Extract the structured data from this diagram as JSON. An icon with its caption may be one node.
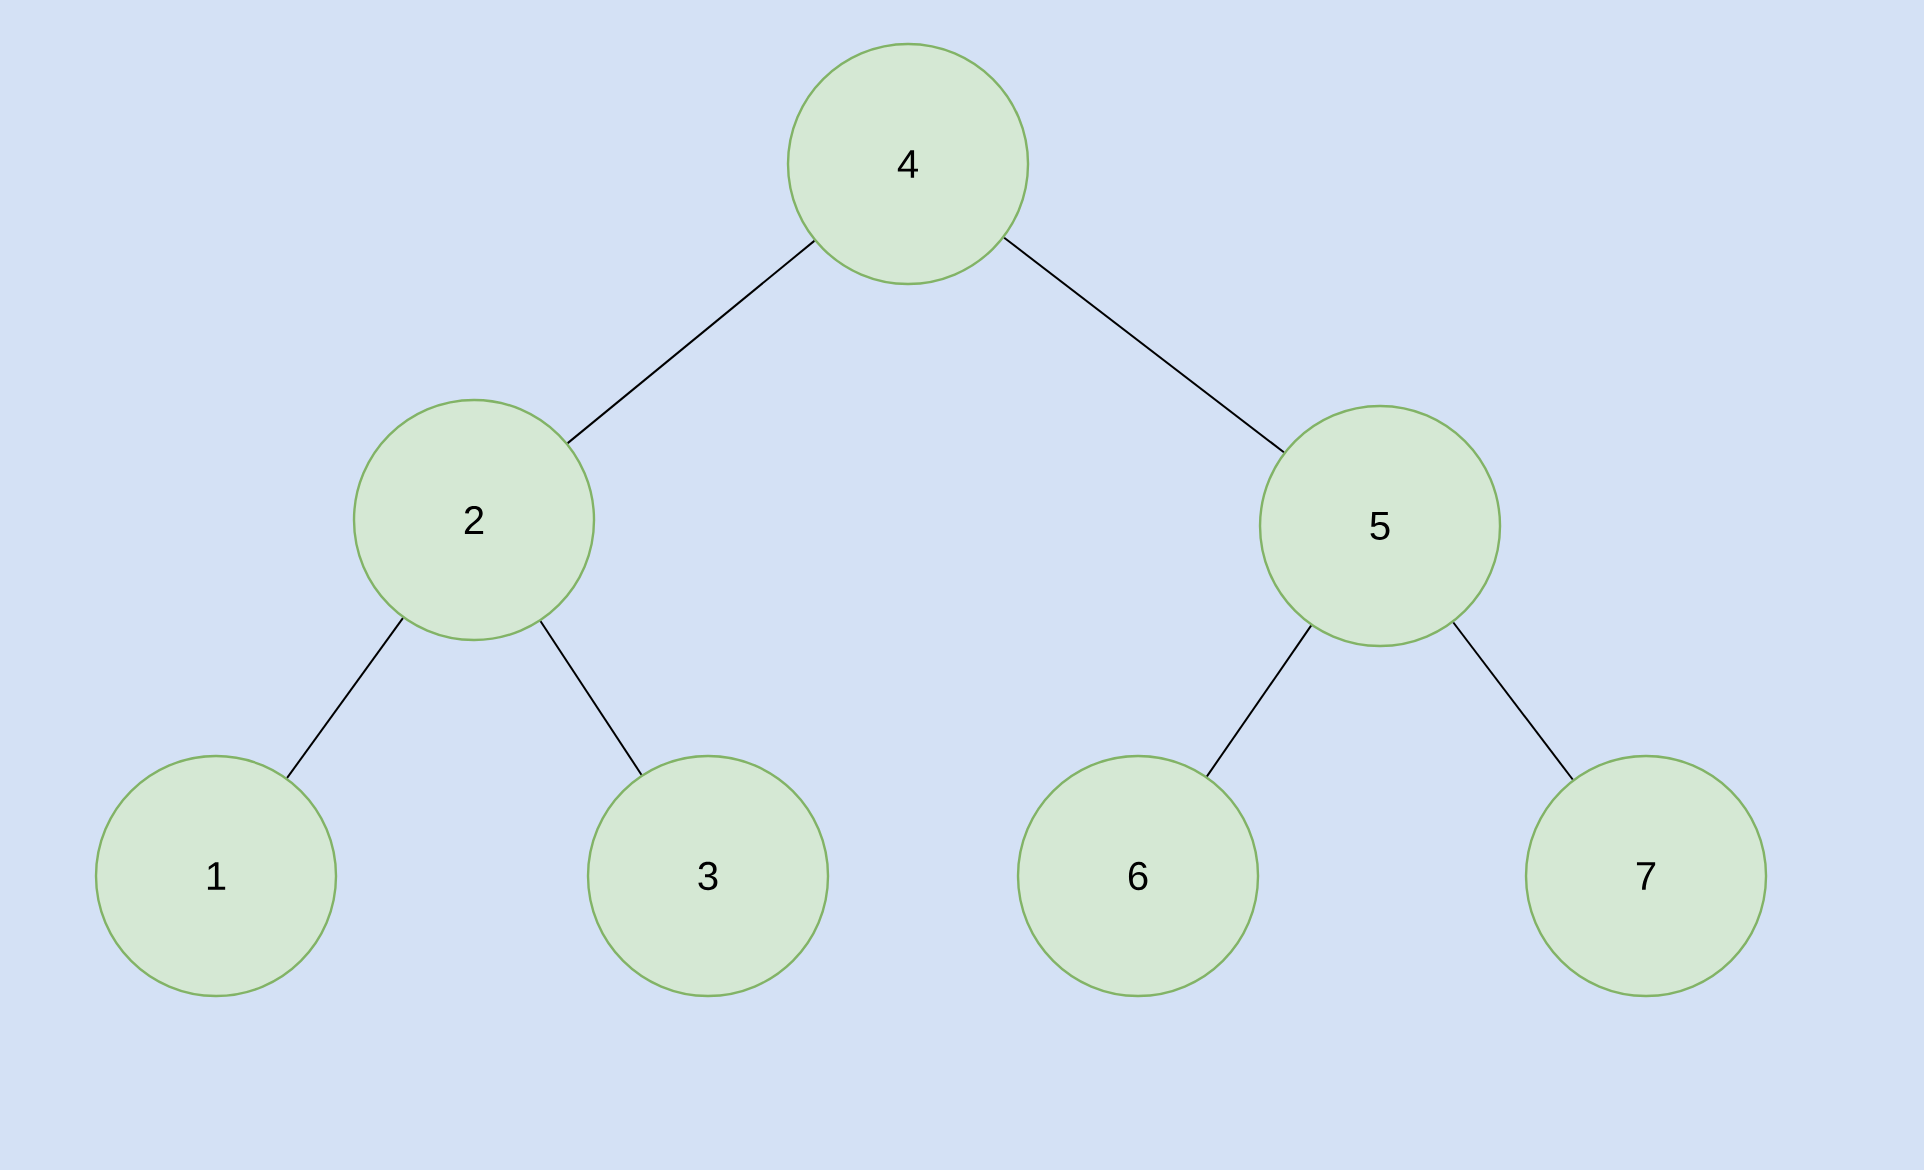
{
  "diagram": {
    "nodes": [
      {
        "text": [
          "4"
        ]
      },
      {
        "text": [
          "2"
        ]
      },
      {
        "text": [
          "5"
        ]
      },
      {
        "text": [
          "1"
        ]
      },
      {
        "text": [
          "3"
        ]
      },
      {
        "text": [
          "6"
        ]
      },
      {
        "text": [
          "7"
        ]
      }
    ],
    "edges": [
      {
        "from": 0,
        "to": 1,
        "arrow": "none"
      },
      {
        "from": 0,
        "to": 2,
        "arrow": "none"
      },
      {
        "from": 1,
        "to": 3,
        "arrow": "none"
      },
      {
        "from": 1,
        "to": 4,
        "arrow": "none"
      },
      {
        "from": 2,
        "to": 5,
        "arrow": "none"
      },
      {
        "from": 2,
        "to": 6,
        "arrow": "none"
      }
    ]
  }
}
